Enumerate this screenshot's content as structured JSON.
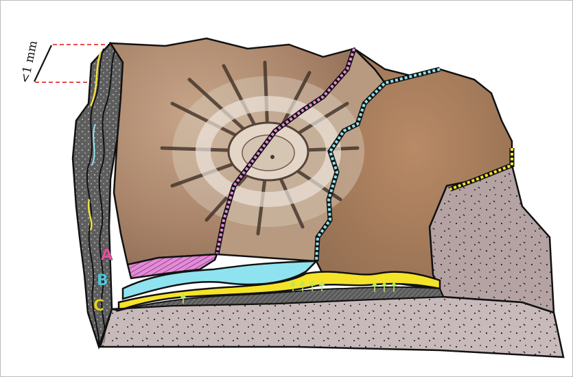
{
  "scale": {
    "label": "<1 mm"
  },
  "layers": [
    {
      "label": "A",
      "color": "#e0529e",
      "fill": "#e58ad8"
    },
    {
      "label": "B",
      "color": "#55c5d6",
      "fill": "#8fe3f0"
    },
    {
      "label": "C",
      "color": "#e2d21d",
      "fill": "#f5e32a"
    }
  ],
  "colors": {
    "rock_side": "#5a5a5a",
    "substrate": "#b5a3a4",
    "outline": "#111111",
    "guide_lines": "#e3342f",
    "fossil_surface": "#a27e63"
  }
}
